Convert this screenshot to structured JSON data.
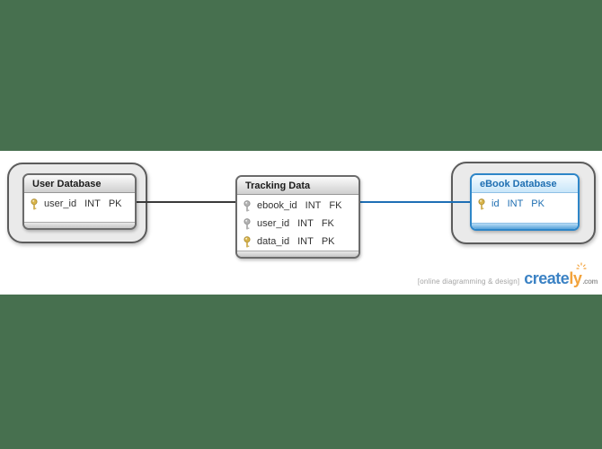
{
  "background": {
    "canvas_green": "#47704f",
    "band_white": "#ffffff",
    "accent_blue": "#2e86c8"
  },
  "diagram": {
    "entities": [
      {
        "title": "User Database",
        "style": "gray",
        "has_outer_container": true,
        "rows": [
          {
            "icon": "key-gold-icon",
            "name": "user_id",
            "type": "INT",
            "key": "PK"
          }
        ]
      },
      {
        "title": "Tracking Data",
        "style": "gray",
        "has_outer_container": false,
        "rows": [
          {
            "icon": "key-gray-icon",
            "name": "ebook_id",
            "type": "INT",
            "key": "FK"
          },
          {
            "icon": "key-gray-icon",
            "name": "user_id",
            "type": "INT",
            "key": "FK"
          },
          {
            "icon": "key-gold-icon",
            "name": "data_id",
            "type": "INT",
            "key": "PK"
          }
        ]
      },
      {
        "title": "eBook Database",
        "style": "blue",
        "has_outer_container": true,
        "rows": [
          {
            "icon": "key-gold-icon",
            "name": "id",
            "type": "INT",
            "key": "PK"
          }
        ]
      }
    ],
    "connectors": [
      {
        "from": "User Database",
        "to": "Tracking Data",
        "color": "#3a3a3a"
      },
      {
        "from": "Tracking Data",
        "to": "eBook Database",
        "color": "#1e6fb5"
      }
    ]
  },
  "footer": {
    "tagline": "[online diagramming & design]",
    "logo": {
      "create": "create",
      "ly": "ly",
      "tld": ".com"
    },
    "logo_colors": {
      "create": "#3b82c4",
      "ly": "#f2a33c",
      "tld": "#9a9a9a"
    }
  }
}
